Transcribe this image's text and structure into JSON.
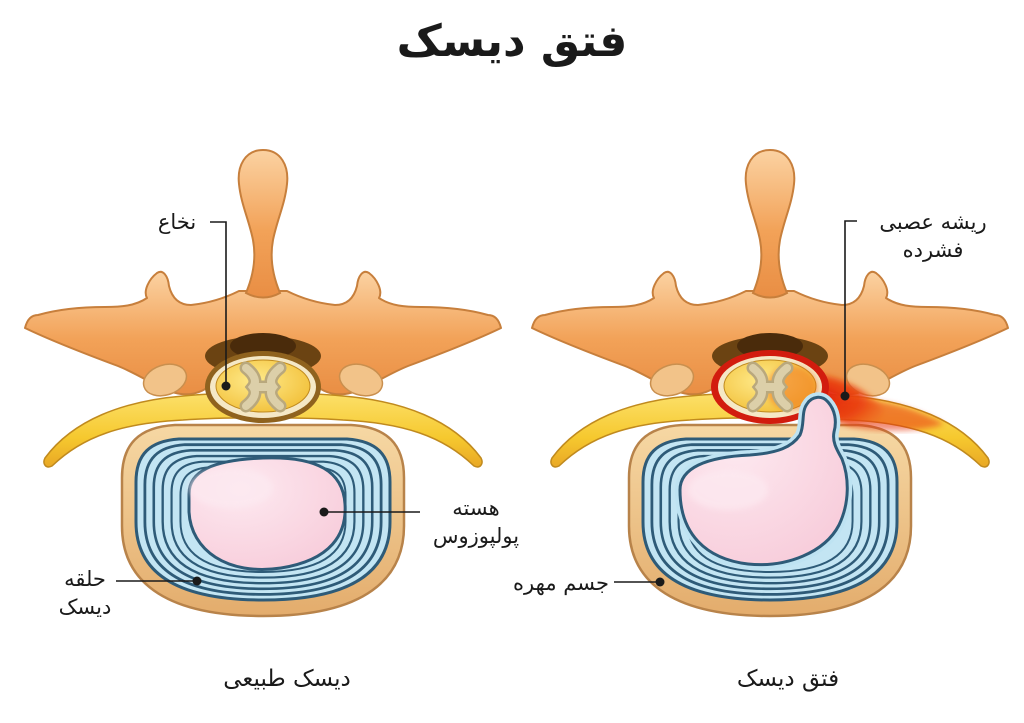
{
  "title": "فتق دیسک",
  "panels": {
    "left": {
      "caption": "دیسک طبیعی",
      "labels": {
        "spinal_cord": {
          "line1": "نخاع"
        },
        "nucleus": {
          "line1": "هسته",
          "line2": "پولپوزوس"
        },
        "annulus": {
          "line1": "حلقه",
          "line2": "دیسک"
        }
      }
    },
    "right": {
      "caption": "فتق دیسک",
      "labels": {
        "nerve_root": {
          "line1": "ریشه عصبی",
          "line2": "فشرده"
        },
        "vertebral_body": {
          "line1": "جسم مهره"
        }
      }
    }
  },
  "palette": {
    "bone": "#F2A258",
    "bone_outline": "#C77F3C",
    "nerve_yellow": "#F6C92F",
    "cord_gold": "#F3BC2C",
    "gray_matter": "#DCCFA9",
    "disc_rim_tan": "#EDC088",
    "annulus_blue": "#C3E5F3",
    "outline_slate": "#2E5B78",
    "nucleus_pink": "#F8CDDA",
    "inflammation_red": "#DC1810",
    "text": "#1A1A1A",
    "leader_line": "#1A1A1A"
  }
}
